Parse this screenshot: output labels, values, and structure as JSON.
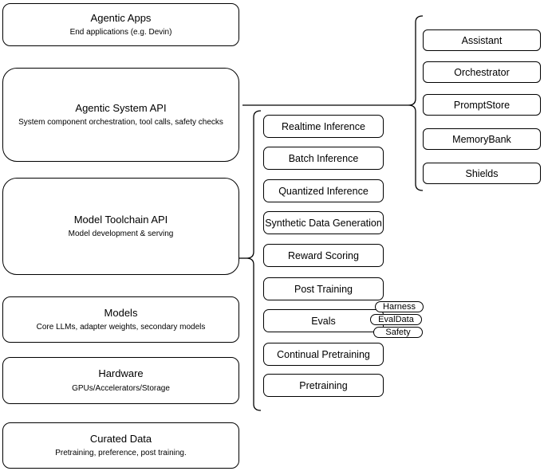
{
  "diagram": {
    "left_column": [
      {
        "title": "Agentic Apps",
        "subtitle": "End applications (e.g. Devin)"
      },
      {
        "title": "Agentic System API",
        "subtitle": "System component orchestration, tool calls, safety checks"
      },
      {
        "title": "Model Toolchain API",
        "subtitle": "Model development & serving"
      },
      {
        "title": "Models",
        "subtitle": "Core LLMs, adapter weights, secondary models"
      },
      {
        "title": "Hardware",
        "subtitle": "GPUs/Accelerators/Storage"
      },
      {
        "title": "Curated Data",
        "subtitle": "Pretraining, preference, post training."
      }
    ],
    "toolchain_items": [
      "Realtime Inference",
      "Batch Inference",
      "Quantized Inference",
      "Synthetic Data Generation",
      "Reward Scoring",
      "Post Training",
      "Evals",
      "Continual Pretraining",
      "Pretraining"
    ],
    "evals_tags": [
      "Harness",
      "EvalData",
      "Safety"
    ],
    "system_components": [
      "Assistant",
      "Orchestrator",
      "PromptStore",
      "MemoryBank",
      "Shields"
    ],
    "colors": {
      "stroke": "#000000",
      "fill": "#ffffff",
      "background": "#ffffff"
    }
  }
}
